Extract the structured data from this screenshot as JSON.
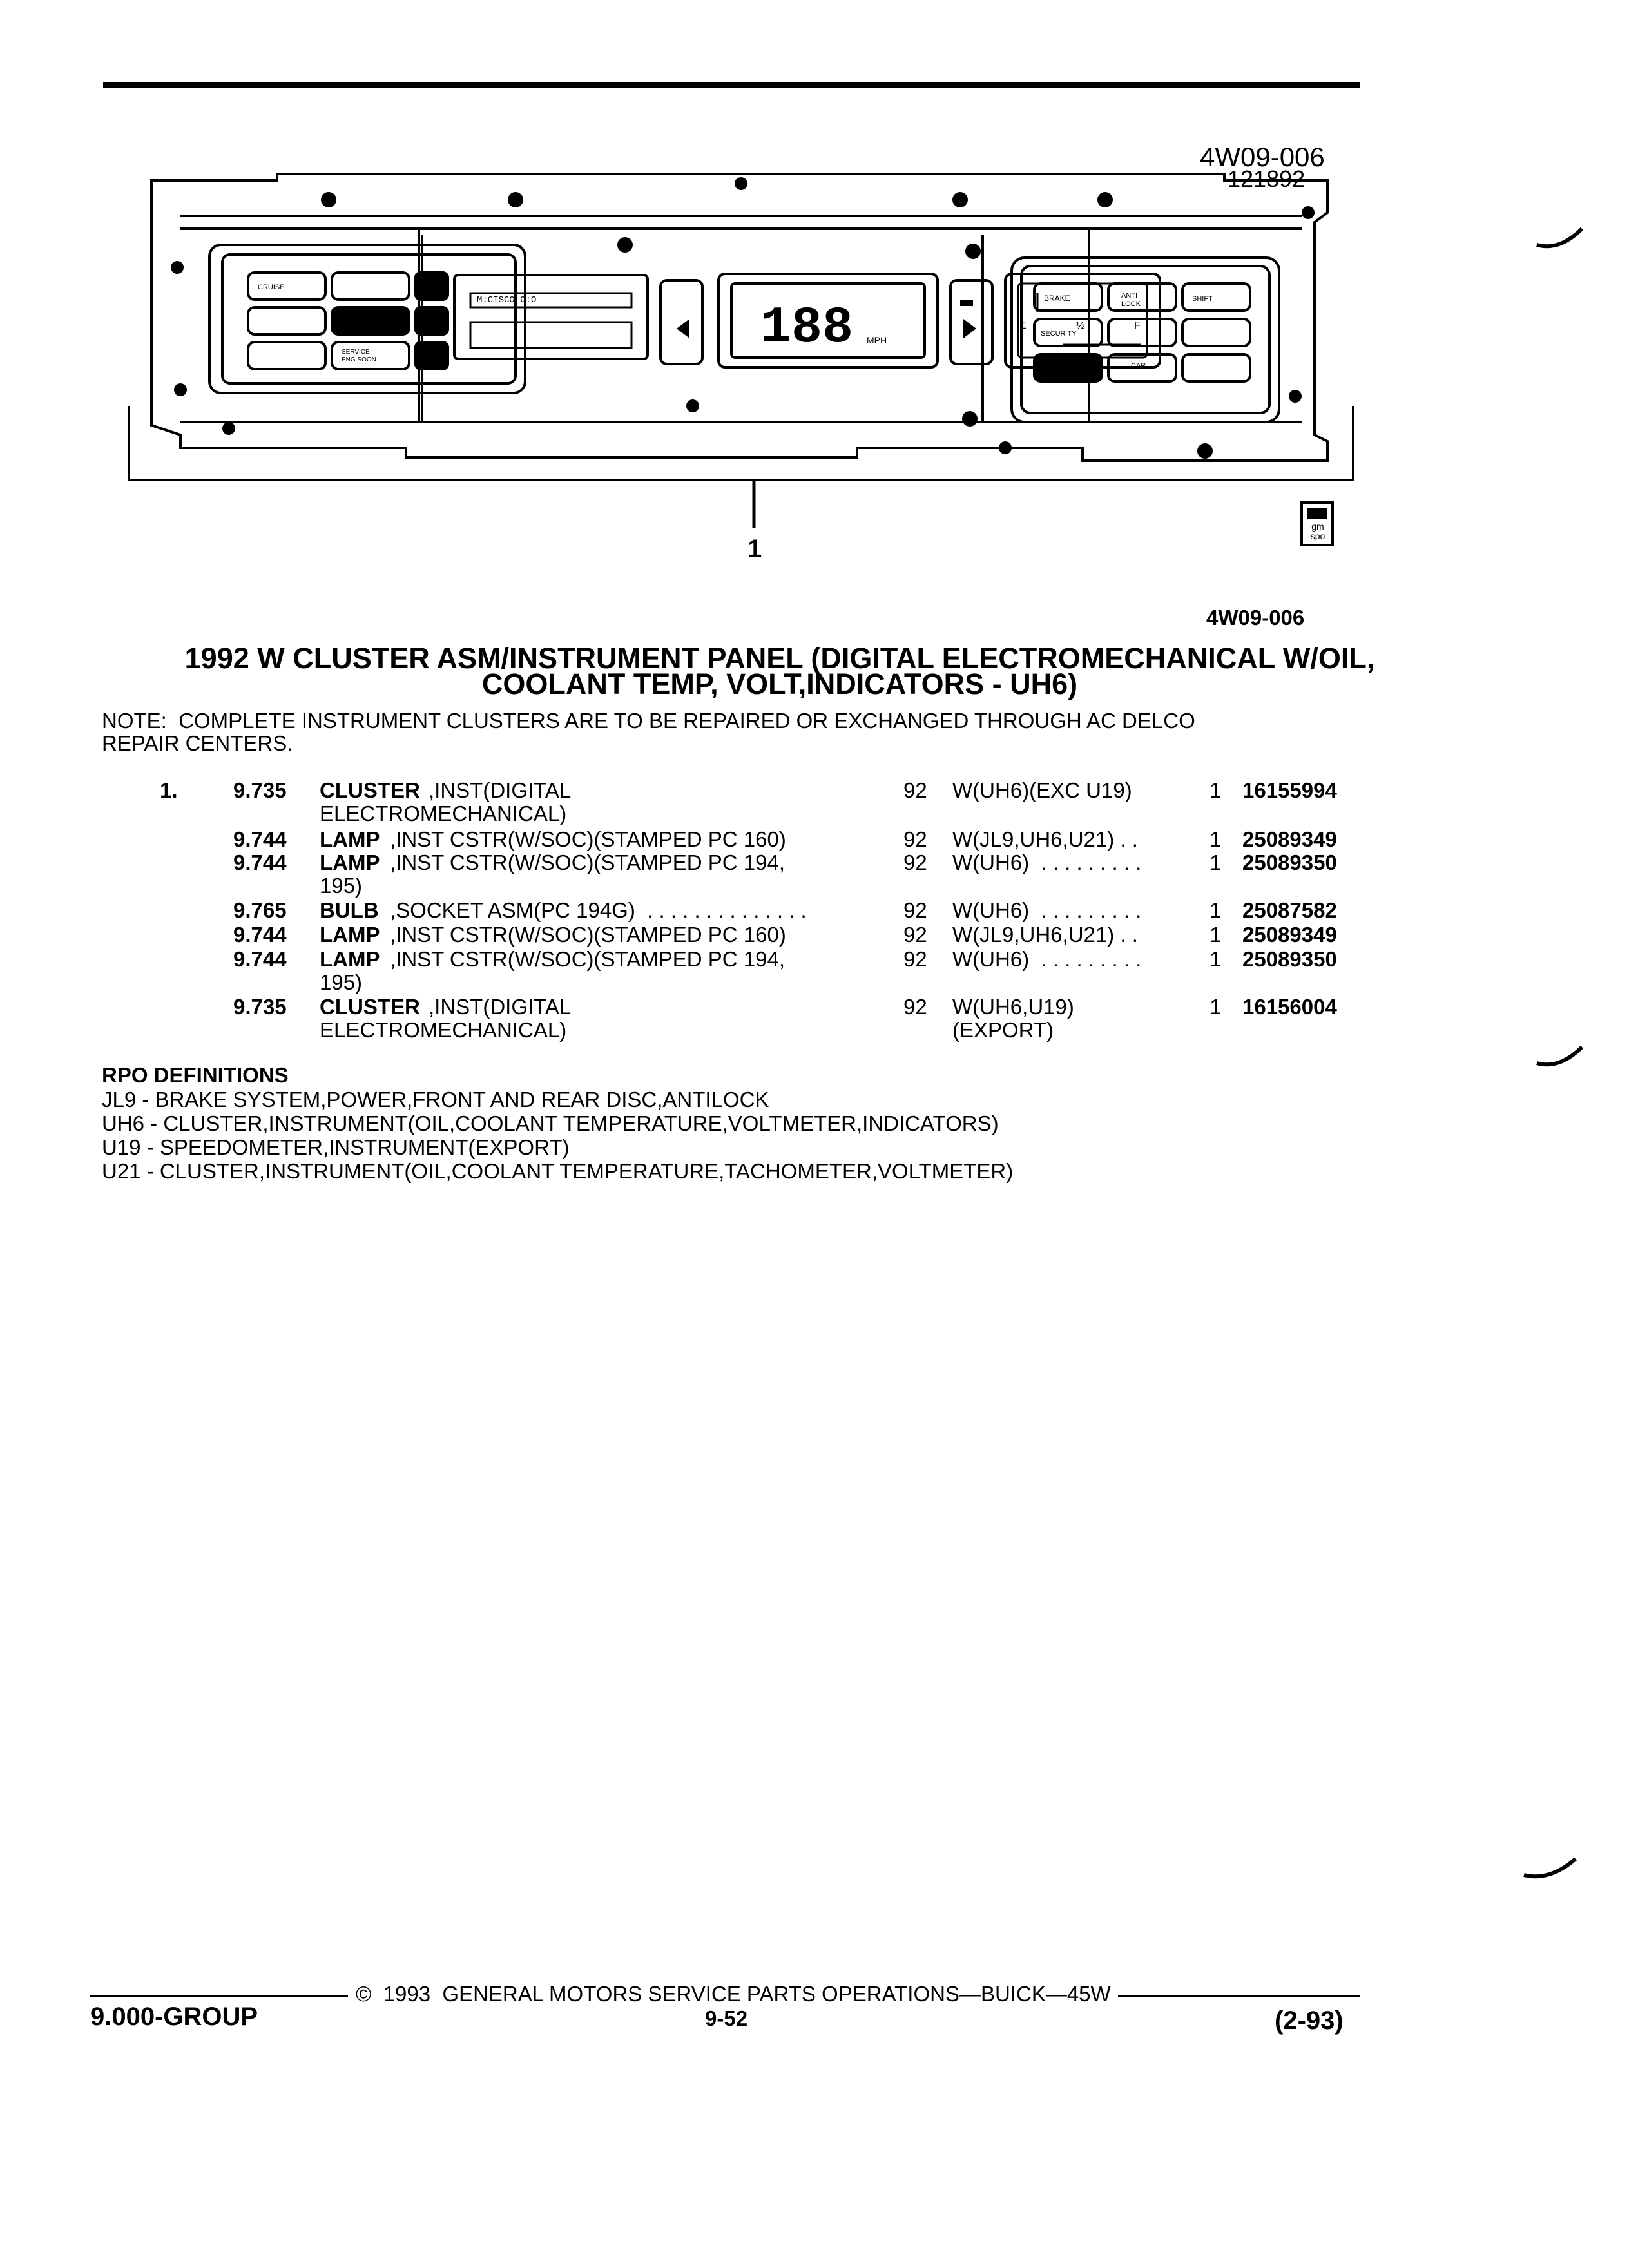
{
  "illustration": {
    "code": "4W09-006",
    "date": "121892",
    "callout": "1",
    "display_digits": "188",
    "display_unit": "MPH",
    "gauge_labels": [
      "E",
      "½",
      "F"
    ],
    "left_buttons": [
      "CRUISE",
      "SERVICE ENG SOON"
    ],
    "right_buttons": [
      "BRAKE",
      "ANTI LOCK",
      "SHIFT",
      "SECUR TY",
      "CAR AVE"
    ],
    "badge": "gm spo"
  },
  "ref_code": "4W09-006",
  "title_line1": "1992 W CLUSTER ASM/INSTRUMENT PANEL (DIGITAL ELECTROMECHANICAL W/OIL,",
  "title_line2": "COOLANT TEMP, VOLT,INDICATORS - UH6)",
  "note_line1": "NOTE:  COMPLETE INSTRUMENT CLUSTERS ARE TO BE REPAIRED OR EXCHANGED THROUGH AC DELCO",
  "note_line2": "REPAIR CENTERS.",
  "parts": [
    {
      "ref": "1.",
      "group": "9.735",
      "name": "CLUSTER",
      "desc": ",INST(DIGITAL",
      "desc2": "ELECTROMECHANICAL)",
      "year": "92",
      "usage": "W(UH6)(EXC U19)",
      "usage2": "",
      "qty": "1",
      "part": "16155994"
    },
    {
      "ref": "",
      "group": "9.744",
      "name": "LAMP",
      "desc": ",INST CSTR(W/SOC)(STAMPED PC 160)",
      "desc2": "",
      "year": "92",
      "usage": "W(JL9,UH6,U21) . .",
      "usage2": "",
      "qty": "1",
      "part": "25089349"
    },
    {
      "ref": "",
      "group": "9.744",
      "name": "LAMP",
      "desc": ",INST CSTR(W/SOC)(STAMPED PC 194,",
      "desc2": "195)",
      "year": "92",
      "usage": "W(UH6)  . . . . . . . . .",
      "usage2": "",
      "qty": "1",
      "part": "25089350"
    },
    {
      "ref": "",
      "group": "9.765",
      "name": "BULB",
      "desc": ",SOCKET ASM(PC 194G)  . . . . . . . . . . . . . .",
      "desc2": "",
      "year": "92",
      "usage": "W(UH6)  . . . . . . . . .",
      "usage2": "",
      "qty": "1",
      "part": "25087582"
    },
    {
      "ref": "",
      "group": "9.744",
      "name": "LAMP",
      "desc": ",INST CSTR(W/SOC)(STAMPED PC 160)",
      "desc2": "",
      "year": "92",
      "usage": "W(JL9,UH6,U21) . .",
      "usage2": "",
      "qty": "1",
      "part": "25089349"
    },
    {
      "ref": "",
      "group": "9.744",
      "name": "LAMP",
      "desc": ",INST CSTR(W/SOC)(STAMPED PC 194,",
      "desc2": "195)",
      "year": "92",
      "usage": "W(UH6)  . . . . . . . . .",
      "usage2": "",
      "qty": "1",
      "part": "25089350"
    },
    {
      "ref": "",
      "group": "9.735",
      "name": "CLUSTER",
      "desc": ",INST(DIGITAL",
      "desc2": "ELECTROMECHANICAL)",
      "year": "92",
      "usage": "W(UH6,U19)",
      "usage2": "(EXPORT)",
      "qty": "1",
      "part": "16156004"
    }
  ],
  "rpo": {
    "heading": "RPO DEFINITIONS",
    "lines": [
      "JL9 - BRAKE SYSTEM,POWER,FRONT AND REAR DISC,ANTILOCK",
      "UH6 - CLUSTER,INSTRUMENT(OIL,COOLANT TEMPERATURE,VOLTMETER,INDICATORS)",
      "U19 - SPEEDOMETER,INSTRUMENT(EXPORT)",
      "U21 - CLUSTER,INSTRUMENT(OIL,COOLANT TEMPERATURE,TACHOMETER,VOLTMETER)"
    ]
  },
  "footer": {
    "copyright": "©  1993  GENERAL MOTORS SERVICE PARTS OPERATIONS—BUICK—45W",
    "group": "9.000-GROUP",
    "page": "9-52",
    "date": "(2-93)"
  }
}
